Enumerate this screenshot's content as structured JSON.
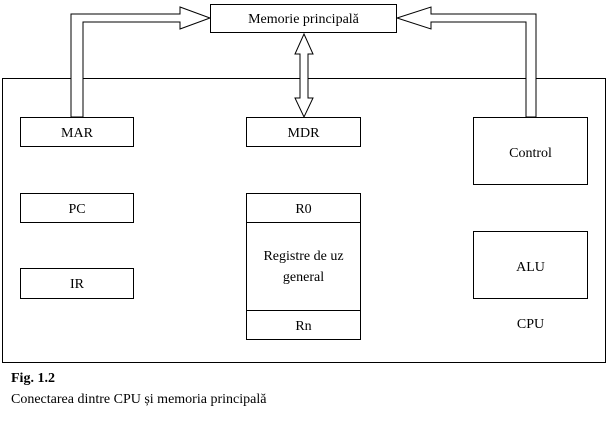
{
  "diagram": {
    "memory_label": "Memorie principală",
    "cpu_label": "CPU",
    "mar_label": "MAR",
    "mdr_label": "MDR",
    "control_label": "Control",
    "pc_label": "PC",
    "ir_label": "IR",
    "r0_label": "R0",
    "general_registers_line1": "Registre de uz",
    "general_registers_line2": "general",
    "rn_label": "Rn",
    "alu_label": "ALU"
  },
  "caption": {
    "title": "Fig. 1.2",
    "description": "Conectarea dintre CPU și memoria principală"
  }
}
